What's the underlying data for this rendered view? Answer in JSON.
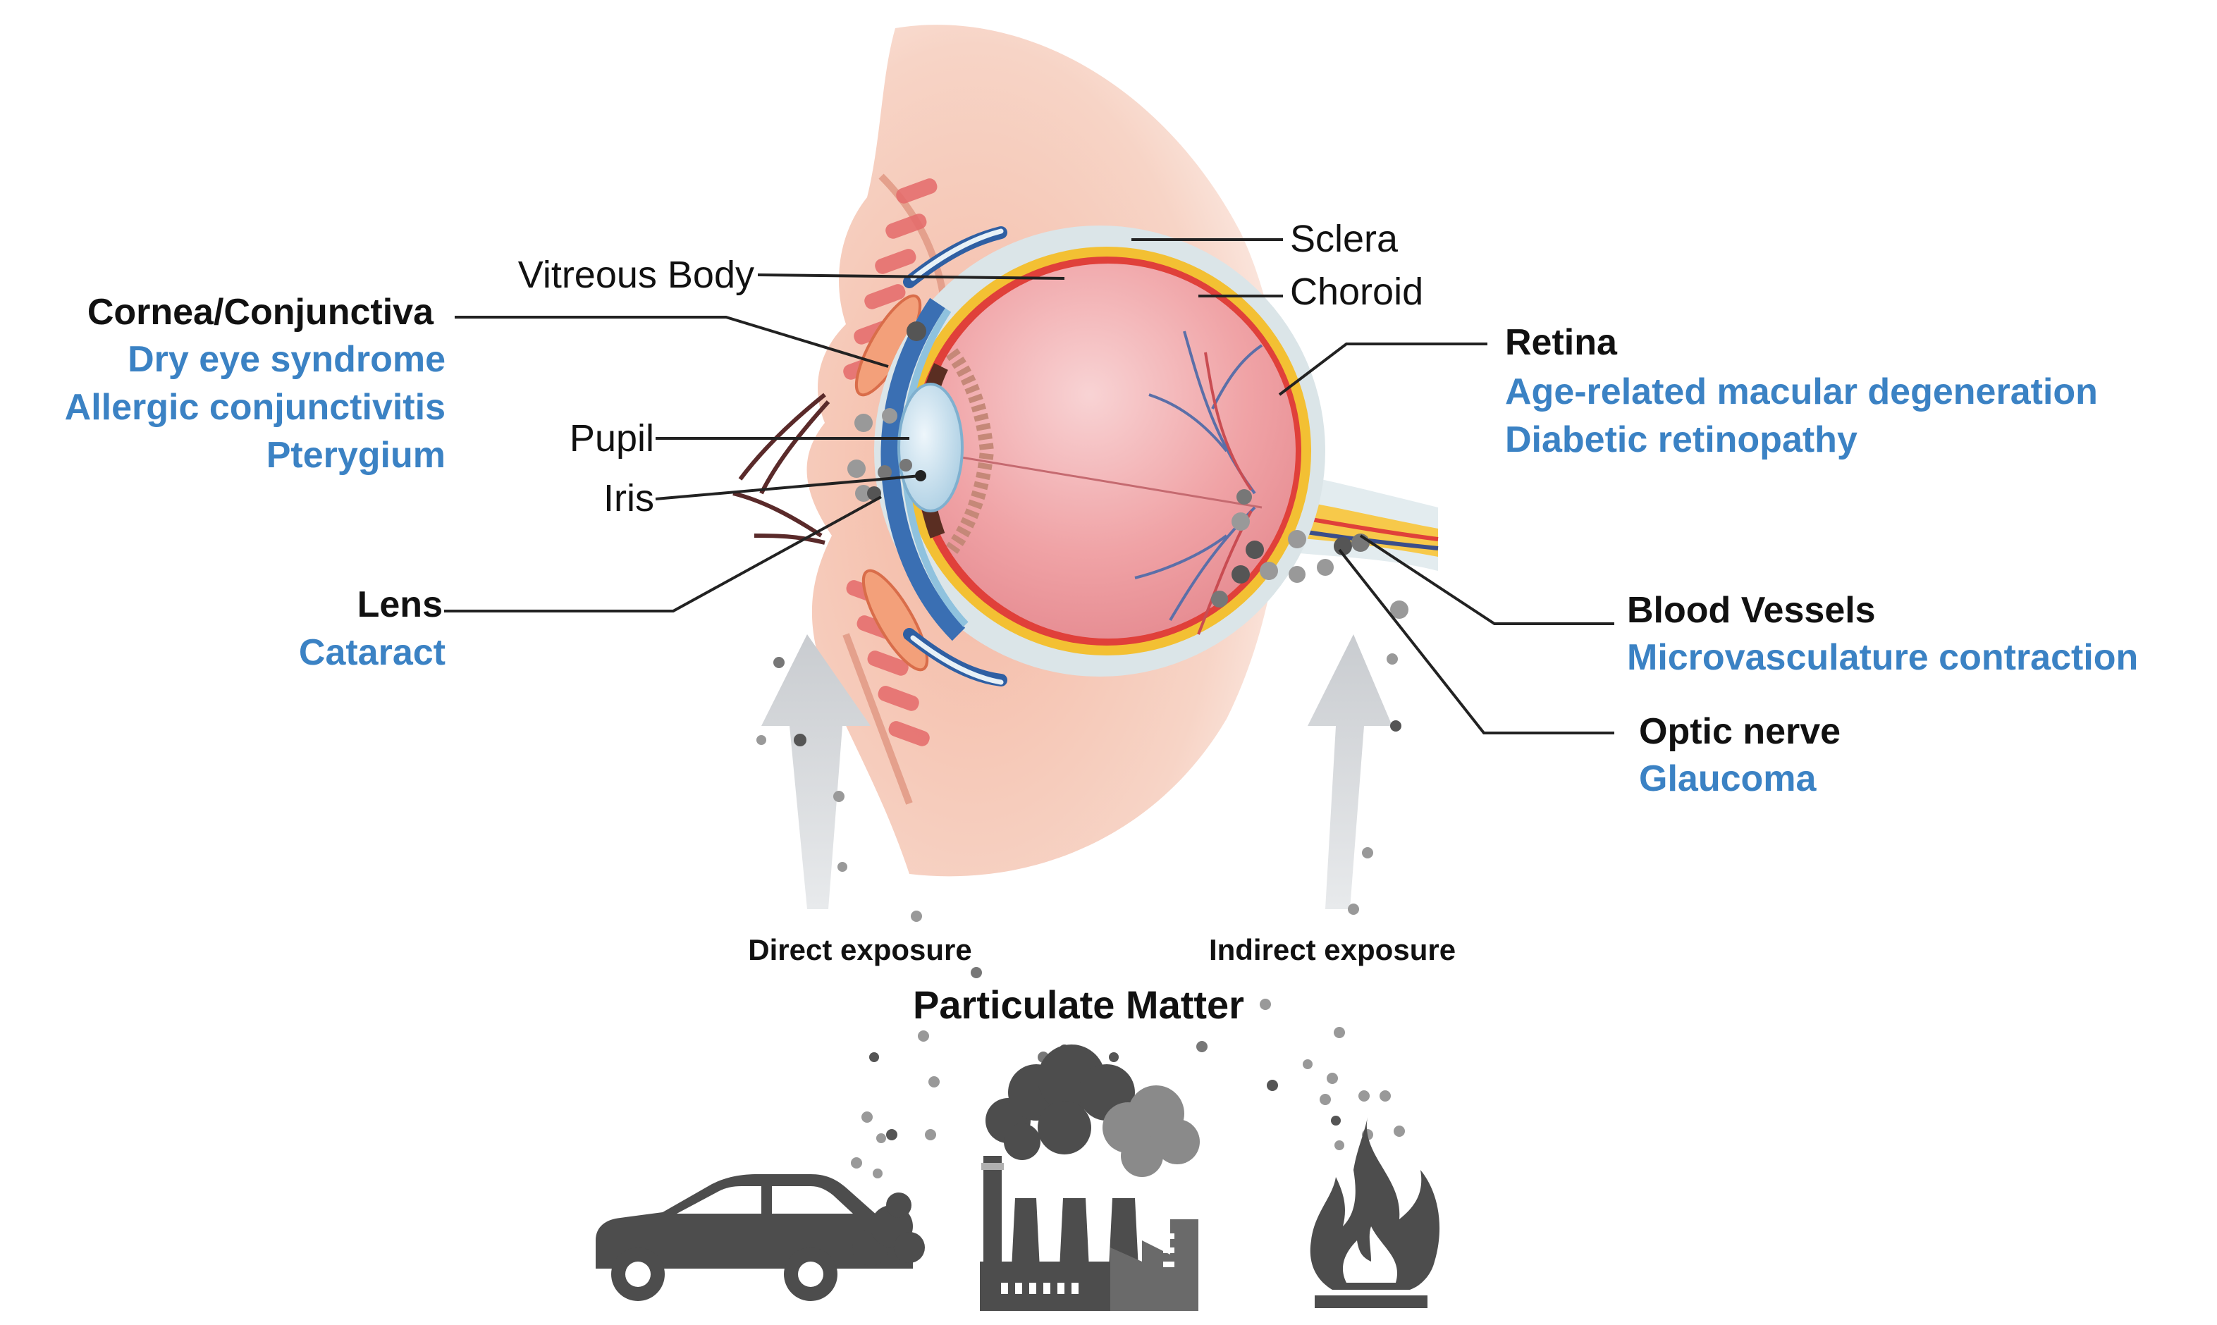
{
  "anatomy_labels": {
    "sclera": "Sclera",
    "choroid": "Choroid",
    "vitreous_body": "Vitreous Body",
    "pupil": "Pupil",
    "iris": "Iris"
  },
  "structures": {
    "cornea": {
      "title": "Cornea/Conjunctiva",
      "diseases": [
        "Dry eye syndrome",
        "Allergic conjunctivitis",
        "Pterygium"
      ]
    },
    "lens": {
      "title": "Lens",
      "diseases": [
        "Cataract"
      ]
    },
    "retina": {
      "title": "Retina",
      "diseases": [
        "Age-related macular degeneration",
        "Diabetic retinopathy"
      ]
    },
    "blood_vessels": {
      "title": "Blood Vessels",
      "diseases": [
        "Microvasculature contraction"
      ]
    },
    "optic_nerve": {
      "title": "Optic nerve",
      "diseases": [
        "Glaucoma"
      ]
    }
  },
  "exposure": {
    "direct": "Direct exposure",
    "indirect": "Indirect exposure"
  },
  "source_title": "Particulate Matter",
  "icons": [
    "car-icon",
    "factory-icon",
    "fire-icon",
    "particle-icon",
    "eye-anatomy-illustration"
  ],
  "colors": {
    "structure_text": "#111111",
    "disease_text": "#3b82c4",
    "arrow": "#d6d8da",
    "icon_fill": "#4d4d4d",
    "particle": "#7a7a7a",
    "skin": "#f2c3b0",
    "eyeball": "#f0a5a8",
    "sclera": "#dbe5e8",
    "choroid_line": "#e0403a",
    "retina_line": "#f3c033"
  }
}
